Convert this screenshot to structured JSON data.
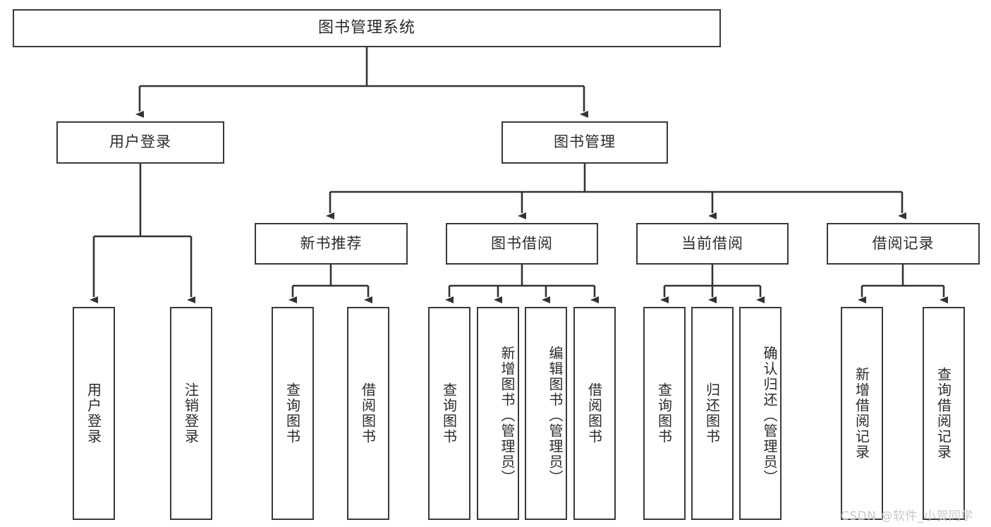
{
  "diagram": {
    "type": "tree",
    "title": "图书管理系统",
    "watermark": "CSDN @软件_小贺同学",
    "colors": {
      "background": "#ffffff",
      "node_border": "#3a3a3a",
      "node_fill": "#ffffff",
      "connector": "#333333",
      "text": "#2b2b2b",
      "watermark": "#c9c9c9"
    },
    "root": {
      "label": "图书管理系统"
    },
    "level2": [
      {
        "id": "user-login",
        "label": "用户登录"
      },
      {
        "id": "book-manage",
        "label": "图书管理"
      }
    ],
    "level3": [
      {
        "id": "new-book-recommend",
        "label": "新书推荐",
        "parent": "book-manage"
      },
      {
        "id": "book-borrow",
        "label": "图书借阅",
        "parent": "book-manage"
      },
      {
        "id": "current-borrow",
        "label": "当前借阅",
        "parent": "book-manage"
      },
      {
        "id": "borrow-record",
        "label": "借阅记录",
        "parent": "book-manage"
      }
    ],
    "leaves": [
      {
        "id": "leaf-user-login",
        "label": "用户登录",
        "parent": "user-login"
      },
      {
        "id": "leaf-logout-login",
        "label": "注销登录",
        "parent": "user-login"
      },
      {
        "id": "leaf-query-book-1",
        "label": "查询图书",
        "parent": "new-book-recommend"
      },
      {
        "id": "leaf-borrow-book-1",
        "label": "借阅图书",
        "parent": "new-book-recommend"
      },
      {
        "id": "leaf-query-book-2",
        "label": "查询图书",
        "parent": "book-borrow"
      },
      {
        "id": "leaf-add-book",
        "label": "新增图书（管理员）",
        "parent": "book-borrow"
      },
      {
        "id": "leaf-edit-book",
        "label": "编辑图书（管理员）",
        "parent": "book-borrow"
      },
      {
        "id": "leaf-borrow-book-2",
        "label": "借阅图书",
        "parent": "book-borrow"
      },
      {
        "id": "leaf-query-book-3",
        "label": "查询图书",
        "parent": "current-borrow"
      },
      {
        "id": "leaf-return-book",
        "label": "归还图书",
        "parent": "current-borrow"
      },
      {
        "id": "leaf-confirm-return",
        "label": "确认归还（管理员）",
        "parent": "current-borrow"
      },
      {
        "id": "leaf-add-record",
        "label": "新增借阅记录",
        "parent": "borrow-record"
      },
      {
        "id": "leaf-query-record",
        "label": "查询借阅记录",
        "parent": "borrow-record"
      }
    ]
  }
}
